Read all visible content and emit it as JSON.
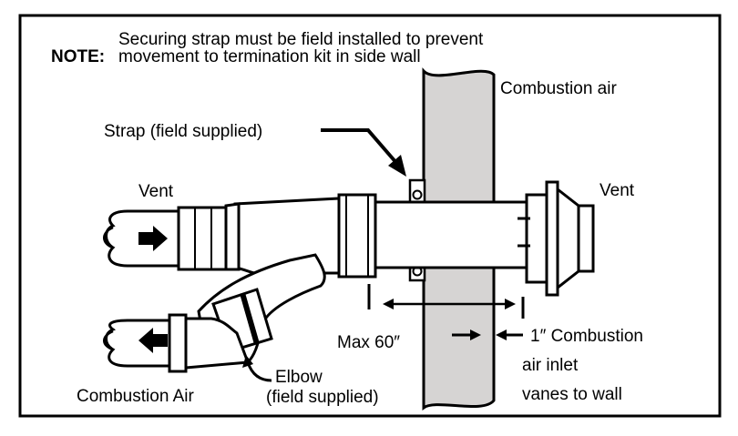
{
  "note": {
    "label": "NOTE:",
    "line1": "Securing strap must be field installed to prevent",
    "line2": "movement to termination kit in side wall"
  },
  "labels": {
    "combustion_air_top": "Combustion air",
    "strap": "Strap (field supplied)",
    "vent_left": "Vent",
    "vent_right": "Vent",
    "max": "Max 60″",
    "inch_combustion": "1″ Combustion",
    "air_inlet": "air inlet",
    "vanes_to_wall": "vanes to wall",
    "elbow": "Elbow",
    "field_supplied": "(field supplied)",
    "combustion_air_bottom": "Combustion Air"
  },
  "colors": {
    "wall": "#d6d4d3",
    "stroke": "#000000",
    "background": "#ffffff"
  }
}
